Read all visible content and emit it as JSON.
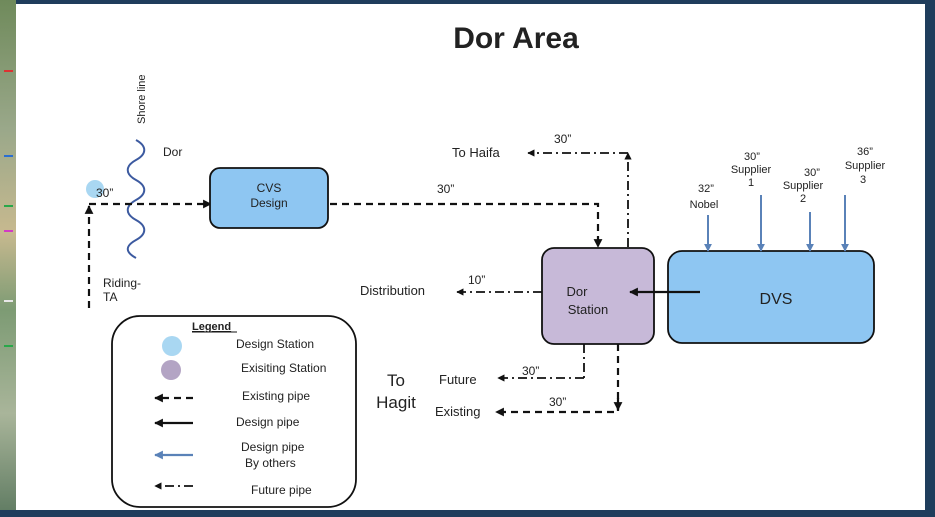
{
  "title": "Dor Area",
  "nodes": {
    "shore_line": "Shore line",
    "dor": "Dor",
    "cvs_line1": "CVS",
    "cvs_line2": "Design",
    "dor_station_line1": "Dor",
    "dor_station_line2": "Station",
    "dvs": "DVS",
    "to_haifa": "To Haifa",
    "distribution": "Distribution",
    "riding_line1": "Riding-",
    "riding_line2": "TA",
    "to_hagit_line1": "To",
    "to_hagit_line2": "Hagit",
    "future": "Future",
    "existing": "Existing"
  },
  "pipes": {
    "in_30": "30”",
    "cvs_dor_30": "30”",
    "haifa_30": "30”",
    "dist_10": "10”",
    "future_30": "30”",
    "existing_30": "30”"
  },
  "suppliers": [
    {
      "size": "32”",
      "name": "Nobel"
    },
    {
      "size": "30”",
      "name": "Supplier",
      "num": "1"
    },
    {
      "size": "30”",
      "name": "Supplier",
      "num": "2"
    },
    {
      "size": "36”",
      "name": "Supplier",
      "num": "3"
    }
  ],
  "legend": {
    "title": "Legend",
    "items": [
      "Design Station",
      "Exisiting Station",
      "Existing pipe",
      "Design pipe",
      "Design pipe",
      "By others",
      "Future pipe"
    ]
  },
  "colors": {
    "design_station": "#a9d7f2",
    "existing_station": "#b3a4c4",
    "box_blue": "#8ec6f2",
    "dor_station_fill": "#c7b9d8",
    "by_others_arrow": "#5a82b8",
    "shore_wave": "#3c5aa0"
  }
}
